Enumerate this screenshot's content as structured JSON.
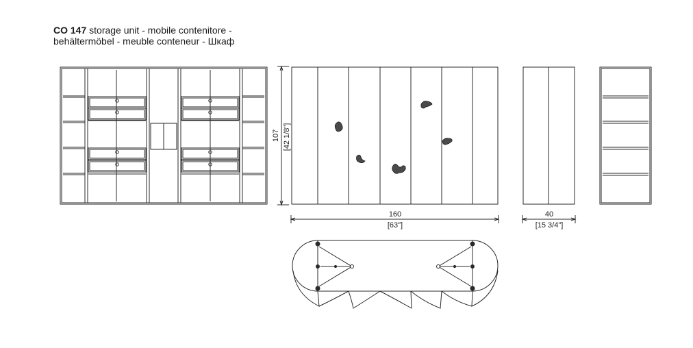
{
  "title": {
    "code": "CO 147",
    "line1_rest": " storage unit - mobile contenitore -",
    "line2": "behältermöbel - meuble conteneur - Шкаф"
  },
  "dimensions": {
    "height_cm": "107",
    "height_in": "[42 1/8\"]",
    "width_cm": "160",
    "width_in": "[63\"]",
    "depth_cm": "40",
    "depth_in": "[15 3/4\"]"
  },
  "colors": {
    "line": "#2a2a2a",
    "blob": "#4a4a4a"
  }
}
